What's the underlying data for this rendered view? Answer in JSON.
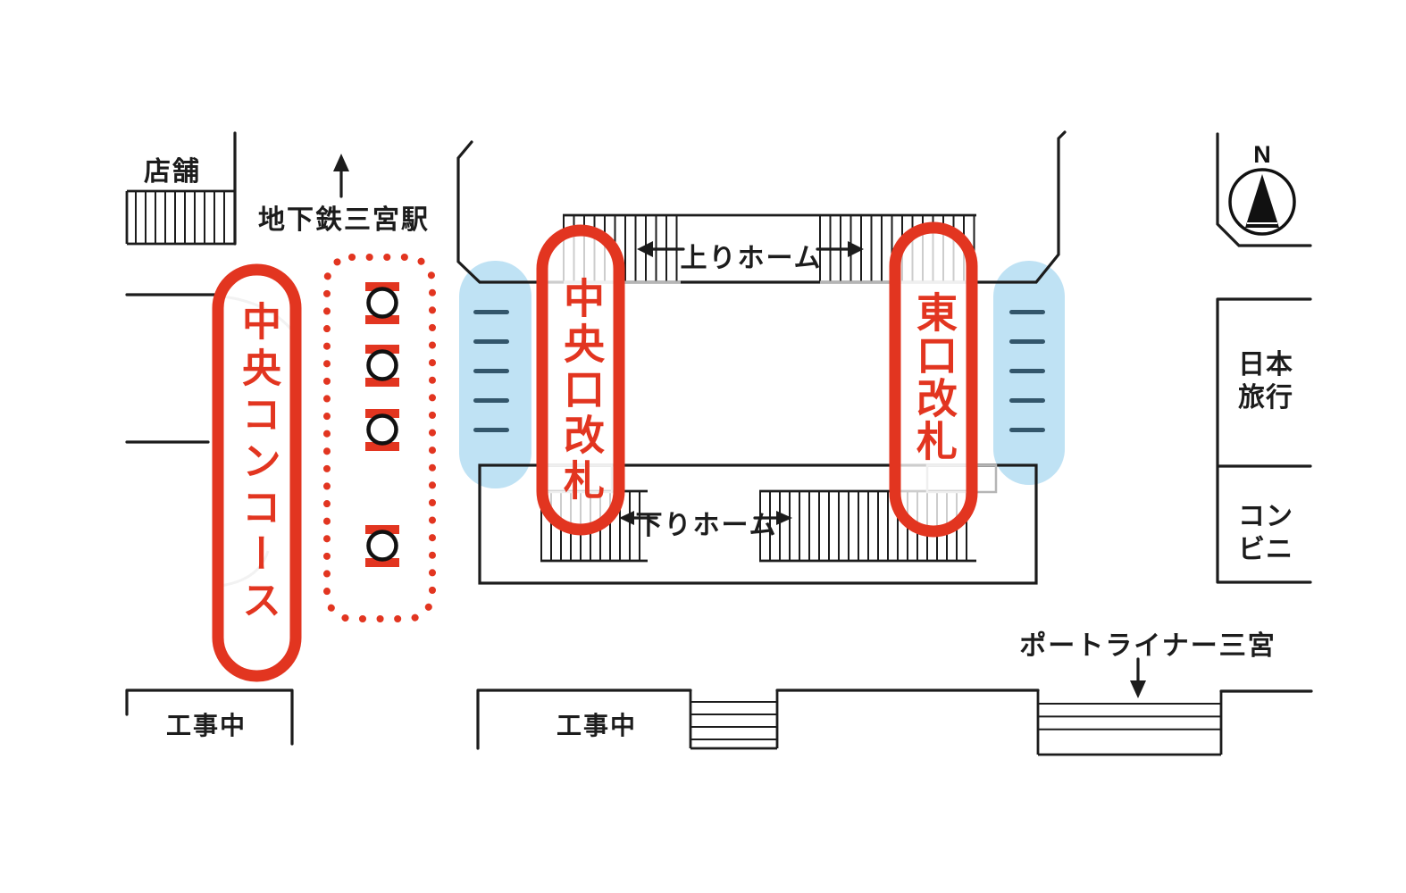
{
  "labels": {
    "shop": "店舗",
    "subway_station": "地下鉄三宮駅",
    "up_platform": "上りホーム",
    "down_platform": "下りホーム",
    "central_concourse": "中央コンコース",
    "central_gate": "中央口改札",
    "east_gate": "東口改札",
    "nippon_travel": "日本旅行",
    "convenience_store": "コンビニ",
    "under_construction": "工事中",
    "portliner": "ポートライナー三宮",
    "north": "N"
  },
  "colors": {
    "annotation_red": "#e23520",
    "highlight_blue": "#bfe2f4",
    "gate_dash": "#33566b",
    "line_black": "#1c1c1c",
    "dim_gray": "#b5b5b5"
  },
  "ticket_machines": {
    "count": 4
  },
  "gate_dash_marks": {
    "west_count": 5,
    "east_count": 5
  }
}
